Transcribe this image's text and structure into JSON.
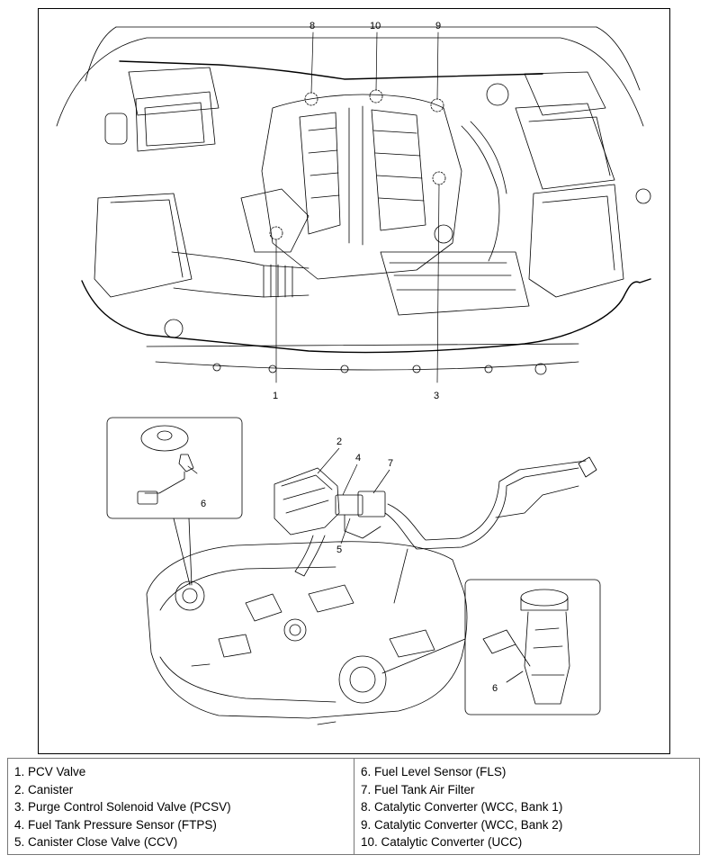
{
  "callouts": [
    {
      "id": "c1",
      "text": "1"
    },
    {
      "id": "c2",
      "text": "2"
    },
    {
      "id": "c3",
      "text": "3"
    },
    {
      "id": "c4",
      "text": "4"
    },
    {
      "id": "c5",
      "text": "5"
    },
    {
      "id": "c6a",
      "text": "6"
    },
    {
      "id": "c6b",
      "text": "6"
    },
    {
      "id": "c7",
      "text": "7"
    },
    {
      "id": "c8",
      "text": "8"
    },
    {
      "id": "c9",
      "text": "9"
    },
    {
      "id": "c10",
      "text": "10"
    }
  ],
  "legend": {
    "left": [
      "1. PCV Valve",
      "2. Canister",
      "3. Purge Control Solenoid Valve (PCSV)",
      "4. Fuel Tank Pressure Sensor (FTPS)",
      "5. Canister Close Valve (CCV)"
    ],
    "right": [
      "6. Fuel Level Sensor (FLS)",
      "7. Fuel Tank Air Filter",
      "8. Catalytic Converter (WCC, Bank 1)",
      "9. Catalytic Converter (WCC, Bank 2)",
      "10. Catalytic Converter (UCC)"
    ]
  }
}
